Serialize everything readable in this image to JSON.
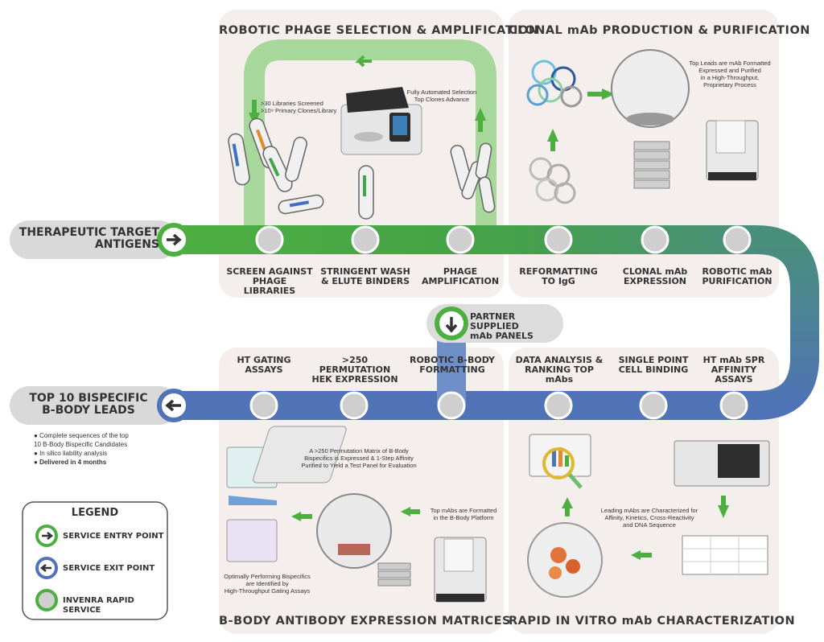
{
  "panels": {
    "phage_selection": "ROBOTIC PHAGE SELECTION & AMPLIFICATION",
    "mab_production": "CLONAL mAb PRODUCTION & PURIFICATION",
    "bbody_matrices": "B-BODY ANTIBODY EXPRESSION MATRICES",
    "characterization": "RAPID IN VITRO mAb CHARACTERIZATION"
  },
  "entry": {
    "label": "THERAPEUTIC TARGET\nANTIGENS"
  },
  "exit": {
    "label": "TOP 10 BISPECIFIC\nB-BODY LEADS"
  },
  "partner": {
    "label": "PARTNER SUPPLIED\nmAb PANELS"
  },
  "top_steps": [
    "SCREEN AGAINST\nPHAGE LIBRARIES",
    "STRINGENT WASH\n& ELUTE BINDERS",
    "PHAGE\nAMPLIFICATION",
    "REFORMATTING\nTO IgG",
    "CLONAL mAb\nEXPRESSION",
    "ROBOTIC mAb\nPURIFICATION"
  ],
  "bottom_steps": [
    "HT GATING\nASSAYS",
    ">250 PERMUTATION\nHEK EXPRESSION",
    "ROBOTIC B-BODY\nFORMATTING",
    "DATA ANALYSIS &\nRANKING TOP mAbs",
    "SINGLE POINT\nCELL BINDING",
    "HT mAb SPR\nAFFINITY ASSAYS"
  ],
  "notes": {
    "libraries": ">30 Libraries Screened\n>10⁹ Primary Clones/Library",
    "automated": "Fully Automated Selection\nTop Clones Advance",
    "top_leads": "Top Leads are mAb Formatted\nExpressed and Purified\nin a High-Throughput,\nProprietary Process",
    "permutation": "A >250 Permutation Matrix of B-Body\nBispecifics is Expressed & 1-Step Affinity\nPurified to Yield a Test Panel for Evaluation",
    "formatted": "Top mAbs are Formatted\nin the B-Body Platform",
    "optimal": "Optimally Performing Bispecifics\nare Identified by\nHigh-Throughput Gating Assays",
    "leading": "Leading mAbs are Characterized for\nAffinity, Kinetics, Cross-Reactivity\nand DNA Sequence"
  },
  "bullets": [
    "Complete sequences of the top\n10 B-Body Bispecific Candidates",
    "In silico liability analysis",
    "Delivered in 4 months"
  ],
  "legend": {
    "title": "LEGEND",
    "items": [
      "SERVICE ENTRY POINT",
      "SERVICE EXIT POINT",
      "INVENRA RAPID SERVICE"
    ]
  },
  "colors": {
    "green": "#4caf3f",
    "blue": "#4f73b6",
    "teal": "#4a8f7c",
    "node_fill": "#cfcfcf",
    "panel": "#f4eeed"
  },
  "icons": [
    "arrow-right-icon",
    "arrow-left-icon",
    "arrow-down-icon"
  ]
}
